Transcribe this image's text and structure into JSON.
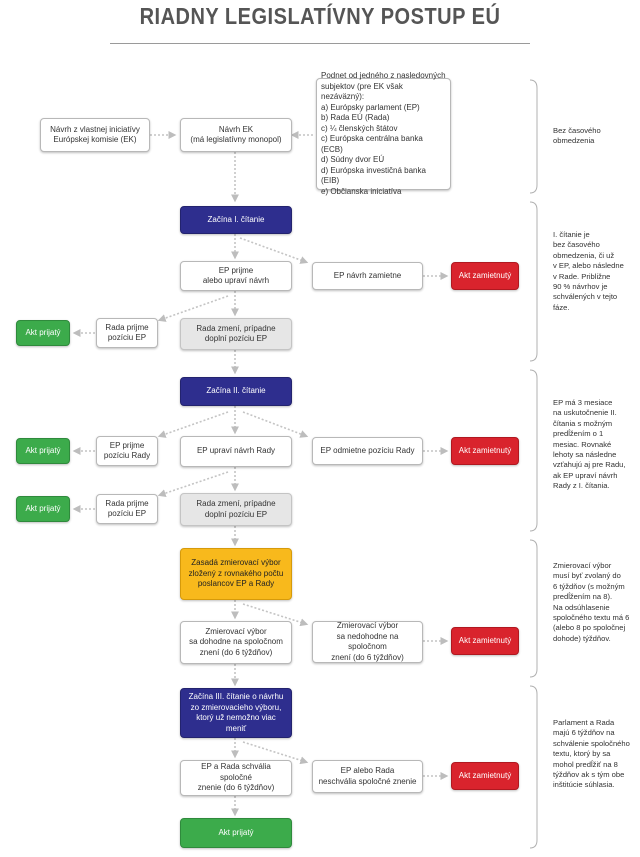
{
  "title": "RIADNY LEGISLATÍVNY POSTUP EÚ",
  "colors": {
    "blue": "#2e2e8e",
    "green": "#3cab4b",
    "red": "#d9232d",
    "yellow": "#f8b91c",
    "grey": "#e6e6e6"
  },
  "nodes": {
    "own_initiative": "Návrh z vlastnej iniciatívy\nEurópskej komisie (EK)",
    "ek_proposal": "Návrh EK\n(má legislatívny monopol)",
    "other_initiators": "Podnet od jedného z nasledovných\nsubjektov (pre EK však nezáväzný):\na) Európsky parlament (EP)\nb) Rada EÚ (Rada)\nc) ¼ členských štátov\nc) Európska centrálna banka (ECB)\nd) Súdny dvor EÚ\nd) Európska investičná banka (EIB)\ne) Občianska iniciatíva",
    "first_reading": "Začína I. čítanie",
    "ep_adopts_or_amends": "EP prijme\nalebo upraví návrh",
    "ep_rejects_proposal": "EP návrh zamietne",
    "rejected_1": "Akt zamietnutý",
    "council_accepts_ep_1": "Rada prijme\npozíciu EP",
    "council_amends_1": "Rada zmení, prípadne\ndoplní pozíciu EP",
    "adopted_1": "Akt prijatý",
    "second_reading": "Začína II. čítanie",
    "ep_accepts_council": "EP prijme\npozíciu Rady",
    "ep_amends_council": "EP upraví návrh Rady",
    "ep_rejects_council": "EP odmietne pozíciu Rady",
    "rejected_2": "Akt zamietnutý",
    "adopted_2": "Akt prijatý",
    "council_accepts_ep_2": "Rada prijme\npozíciu EP",
    "council_amends_2": "Rada zmení, prípadne\ndoplní pozíciu EP",
    "adopted_3": "Akt prijatý",
    "conciliation_committee": "Zasadá zmierovací výbor\nzložený z rovnakého počtu\nposlancov EP a Rady",
    "committee_agrees": "Zmierovací výbor\nsa dohodne na spoločnom\nznení (do 6 týždňov)",
    "committee_fails": "Zmierovací výbor\nsa nedohodne na spoločnom\nznení (do 6 týždňov)",
    "rejected_3": "Akt zamietnutý",
    "third_reading": "Začína III. čítanie o návrhu\nzo zmierovacieho výboru,\nktorý už nemožno viac meniť",
    "both_approve": "EP a Rada schvália spoločné\nznenie (do 6 týždňov)",
    "either_rejects": "EP alebo Rada\nneschvália spoločné znenie",
    "rejected_4": "Akt zamietnutý",
    "adopted_final": "Akt prijatý"
  },
  "notes": {
    "no_time_limit": "Bez časového\nobmedzenia",
    "first_reading": "I. čítanie je\nbez časového\nobmedzenia, či už\nv EP, alebo následne\nv Rade. Približne\n90 % návrhov je\nschválených v tejto\nfáze.",
    "second_reading": "EP má 3 mesiace\nna uskutočnenie II.\nčítania s možným\npredĺžením o 1\nmesiac. Rovnaké\nlehoty sa následne\nvzťahujú aj pre Radu,\nak EP upraví návrh\nRady z I. čítania.",
    "conciliation": "Zmierovací výbor\nmusí byť zvolaný do\n6 týždňov (s možným\npredĺžením na 8).\nNa odsúhlasenie\nspoločného textu má 6\n(alebo 8 po spoločnej\ndohode) týždňov.",
    "third_reading": "Parlament a Rada\nmajú 6 týždňov na\nschválenie spoločného\ntextu, ktorý by sa\nmohol predĺžiť na 8\ntýždňov ak s tým obe\ninštitúcie súhlasia."
  }
}
